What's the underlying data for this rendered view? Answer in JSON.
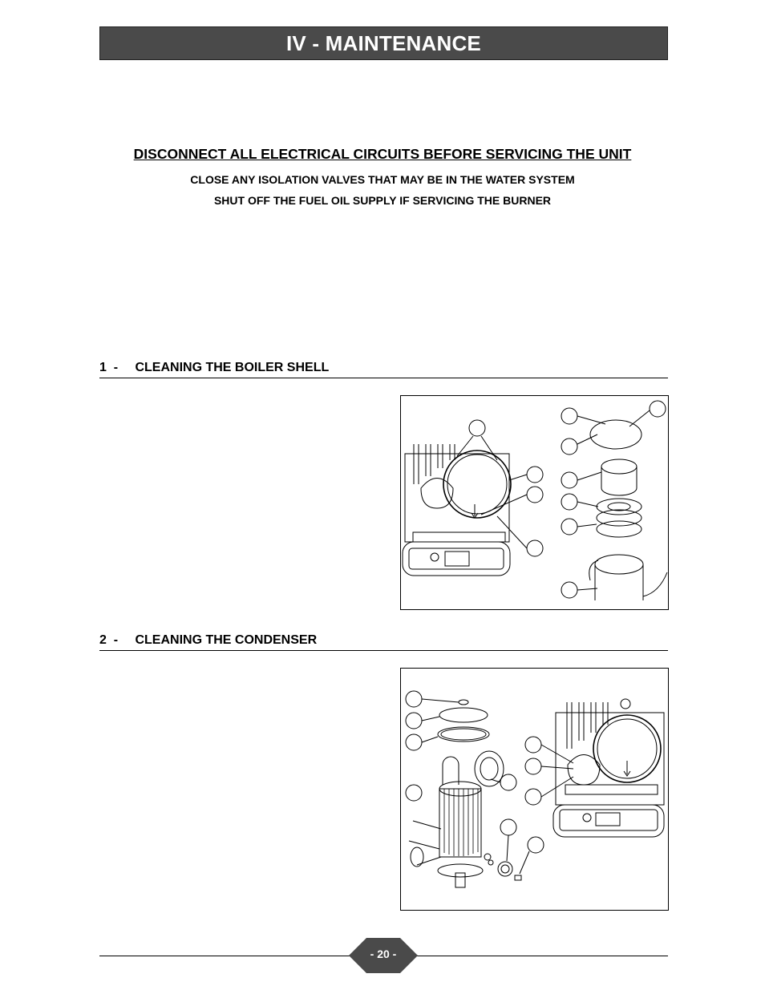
{
  "header": {
    "title": "IV - MAINTENANCE"
  },
  "warnings": {
    "main": "DISCONNECT ALL ELECTRICAL CIRCUITS BEFORE SERVICING THE UNIT",
    "line1": "CLOSE ANY ISOLATION VALVES THAT MAY BE IN THE WATER SYSTEM",
    "line2": "SHUT OFF THE FUEL OIL SUPPLY IF SERVICING THE BURNER"
  },
  "sections": [
    {
      "number": "1",
      "separator": "-",
      "title": "CLEANING THE BOILER SHELL"
    },
    {
      "number": "2",
      "separator": "-",
      "title": "CLEANING THE CONDENSER"
    }
  ],
  "footer": {
    "page": "- 20 -"
  }
}
